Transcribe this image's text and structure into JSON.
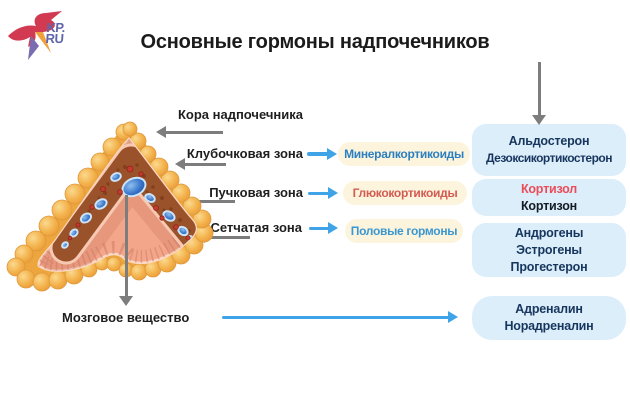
{
  "logo": {
    "line1": "KP.",
    "line2": "RU"
  },
  "title": "Основные гормоны надпочечников",
  "anatomy": {
    "cortex_label": "Кора надпочечника",
    "glomerulosa_label": "Клубочковая зона",
    "fasciculata_label": "Пучковая зона",
    "reticularis_label": "Сетчатая зона",
    "medulla_label": "Мозговое вещество"
  },
  "hormone_classes": [
    {
      "label": "Минералкортикоиды"
    },
    {
      "label": "Глюкокортикоиды"
    },
    {
      "label": "Половые гормоны"
    }
  ],
  "hormone_boxes": [
    {
      "lines": [
        "Альдостерон",
        "Дезоксикортикостерон"
      ]
    },
    {
      "lines": [
        "Кортизол",
        "Кортизон"
      ]
    },
    {
      "lines": [
        "Андрогены",
        "Эстрогены",
        "Прогестерон"
      ]
    },
    {
      "lines": [
        "Адреналин",
        "Норадреналин"
      ]
    }
  ],
  "colors": {
    "blue_arrow": "#3fa3e8",
    "gray_arrow": "#7d7d7d",
    "box_bg": "#ddeefb",
    "pill_bg": "#fdf4dd",
    "navy_text": "#17365e",
    "class_blue_text": "#2b7fc0",
    "class_red_text": "#d25b52",
    "cortisol_red_text": "#ea4d58",
    "logo_text": "#6166a9"
  }
}
